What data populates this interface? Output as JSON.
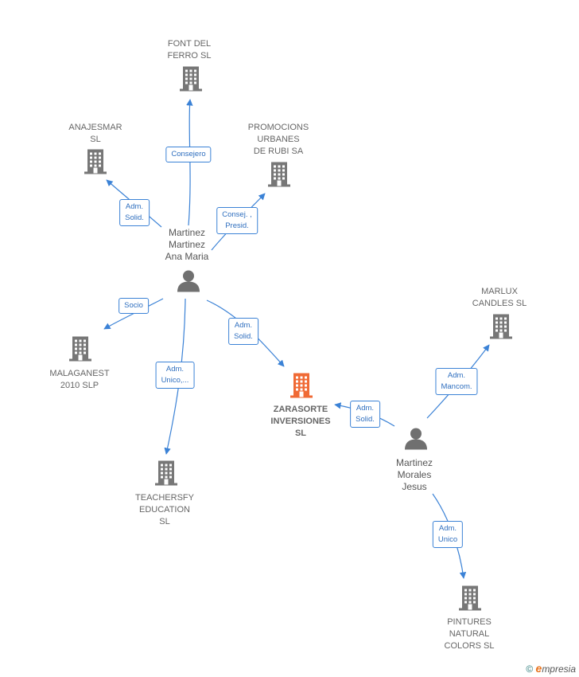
{
  "colors": {
    "edge": "#3b82d6",
    "building": "#777777",
    "focus_building": "#f06a35",
    "person": "#707070"
  },
  "nodes": [
    {
      "id": "font",
      "label": "FONT DEL\nFERRO SL",
      "type": "company",
      "icon": "building-icon"
    },
    {
      "id": "anajesmar",
      "label": "ANAJESMAR\nSL",
      "type": "company",
      "icon": "building-icon"
    },
    {
      "id": "promocions",
      "label": "PROMOCIONS\nURBANES\nDE RUBI SA",
      "type": "company",
      "icon": "building-icon"
    },
    {
      "id": "martinezAna",
      "label": "Martinez\nMartinez\nAna Maria",
      "type": "person",
      "icon": "person-icon"
    },
    {
      "id": "malaganest",
      "label": "MALAGANEST\n2010  SLP",
      "type": "company",
      "icon": "building-icon"
    },
    {
      "id": "zarasorte",
      "label": "ZARASORTE\nINVERSIONES\nSL",
      "type": "focus",
      "icon": "building-icon"
    },
    {
      "id": "marlux",
      "label": "MARLUX\nCANDLES  SL",
      "type": "company",
      "icon": "building-icon"
    },
    {
      "id": "teachersfy",
      "label": "TEACHERSFY\nEDUCATION\nSL",
      "type": "company",
      "icon": "building-icon"
    },
    {
      "id": "martinezJesus",
      "label": "Martinez\nMorales\nJesus",
      "type": "person",
      "icon": "person-icon"
    },
    {
      "id": "pintures",
      "label": "PINTURES\nNATURAL\nCOLORS  SL",
      "type": "company",
      "icon": "building-icon"
    }
  ],
  "edges": [
    {
      "from": "martinezAna",
      "to": "font",
      "label": "Consejero"
    },
    {
      "from": "martinezAna",
      "to": "anajesmar",
      "label": "Adm.\nSolid."
    },
    {
      "from": "martinezAna",
      "to": "promocions",
      "label": "Consej. ,\nPresid."
    },
    {
      "from": "martinezAna",
      "to": "malaganest",
      "label": "Socio"
    },
    {
      "from": "martinezAna",
      "to": "teachersfy",
      "label": "Adm.\nUnico,..."
    },
    {
      "from": "martinezAna",
      "to": "zarasorte",
      "label": "Adm.\nSolid."
    },
    {
      "from": "martinezJesus",
      "to": "zarasorte",
      "label": "Adm.\nSolid."
    },
    {
      "from": "martinezJesus",
      "to": "marlux",
      "label": "Adm.\nMancom."
    },
    {
      "from": "martinezJesus",
      "to": "pintures",
      "label": "Adm.\nUnico"
    }
  ],
  "footer": {
    "copyright": "©",
    "brand_initial": "e",
    "brand_rest": "mpresia"
  }
}
